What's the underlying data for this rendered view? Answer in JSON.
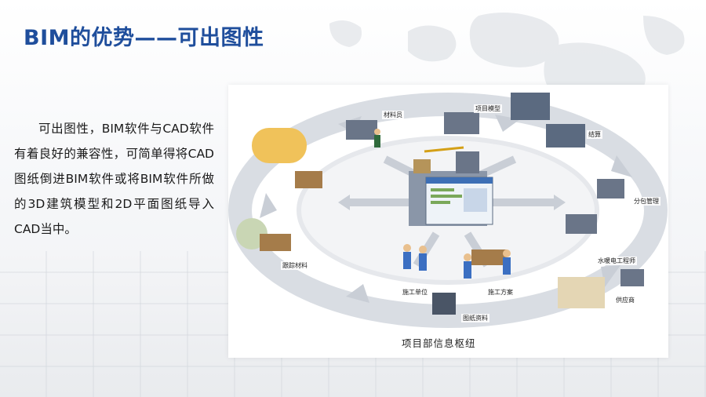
{
  "slide": {
    "title": "BIM的优势——可出图性",
    "body": "可出图性，BIM软件与CAD软件有着良好的兼容性，可简单得将CAD图纸倒进BIM软件或将BIM软件所做的3D建筑模型和2D平面图纸导入CAD当中。"
  },
  "diagram": {
    "caption": "项目部信息枢纽",
    "labels": {
      "materials": "材料员",
      "project_model": "项目模型",
      "settlement": "结算",
      "subcontract": "分包管理",
      "mep": "水暖电工程师",
      "supplier": "供应商",
      "drawings": "图纸资料",
      "construction_plan": "施工方案",
      "construction_unit": "施工单位",
      "tracking": "跟踪材料"
    }
  },
  "colors": {
    "title": "#1f4e9c",
    "ring": "#d9dde3",
    "arrow": "#c9ced6"
  }
}
